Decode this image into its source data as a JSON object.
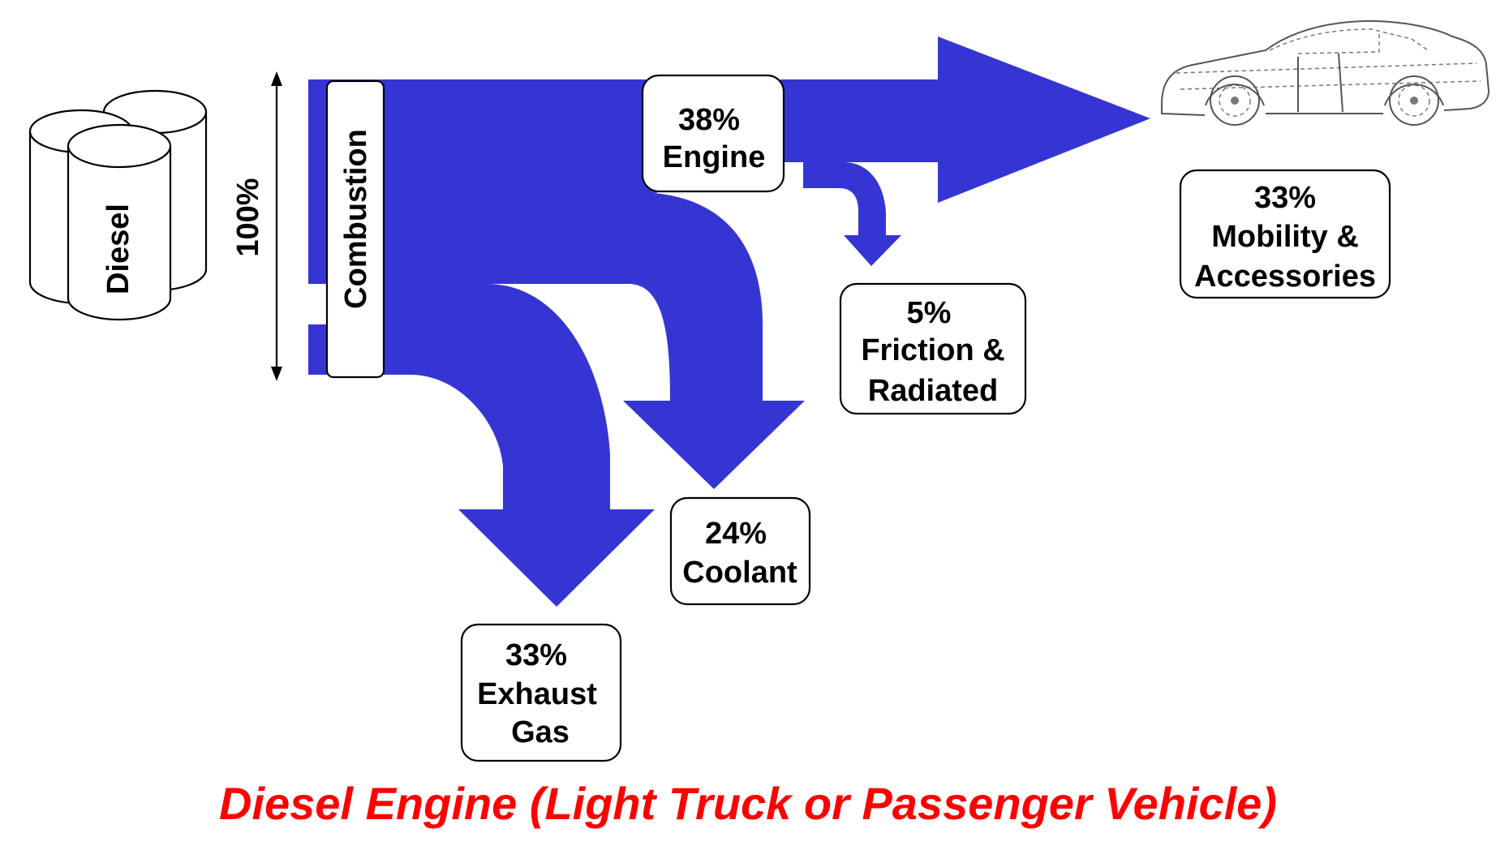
{
  "diagram": {
    "title": "Diesel Engine (Light Truck or Passenger Vehicle)",
    "colors": {
      "flow": "#3535d4",
      "title": "#ff0000",
      "box_border": "#000000",
      "text": "#000000"
    },
    "source": {
      "label": "Diesel",
      "icon": "fuel-drums-icon"
    },
    "input_share": "100%",
    "stage": {
      "label": "Combustion"
    },
    "engine": {
      "pct": "38%",
      "label": "Engine"
    },
    "outputs": {
      "mobility": {
        "pct": "33%",
        "line1": "Mobility &",
        "line2": "Accessories"
      },
      "friction": {
        "pct": "5%",
        "line1": "Friction &",
        "line2": "Radiated"
      },
      "coolant": {
        "pct": "24%",
        "label": "Coolant"
      },
      "exhaust": {
        "pct": "33%",
        "line1": "Exhaust",
        "line2": "Gas"
      }
    },
    "vehicle_icon": "car-icon"
  }
}
